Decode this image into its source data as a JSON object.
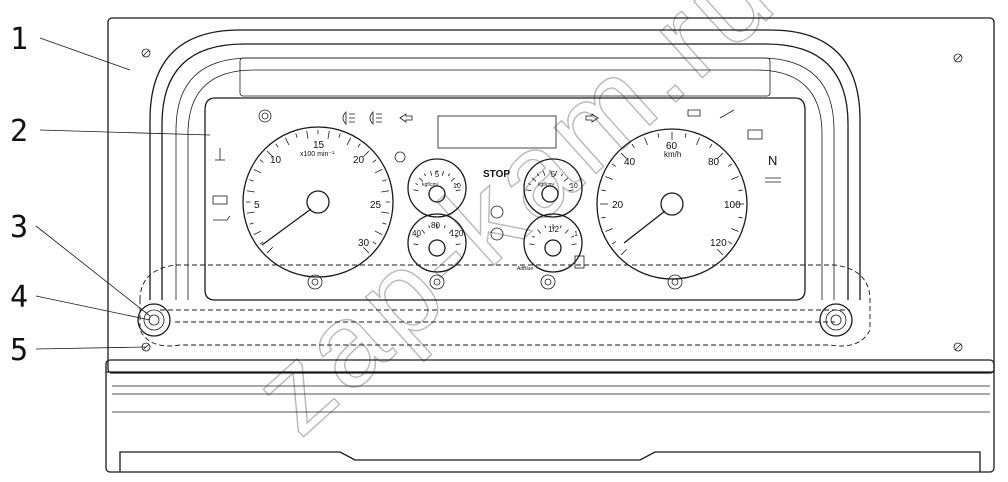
{
  "callouts": [
    "1",
    "2",
    "3",
    "4",
    "5"
  ],
  "watermark": "zap-kam.ru",
  "tachometer": {
    "ticks": [
      "5",
      "10",
      "15",
      "20",
      "25",
      "30"
    ],
    "unit": "x100 min⁻¹"
  },
  "speedometer": {
    "ticks": [
      "20",
      "40",
      "60",
      "80",
      "100",
      "120"
    ],
    "unit": "km/h"
  },
  "pressure_gauge_left": {
    "mid": "5",
    "max": "10",
    "unit": "kgf/cm²"
  },
  "pressure_gauge_right": {
    "mid": "5",
    "max": "10",
    "unit": "kgf/cm²"
  },
  "temp_gauge": {
    "ticks": [
      "40",
      "80",
      "120"
    ]
  },
  "fuel_gauge": {
    "mid": "1/2",
    "max": "1"
  },
  "stop_label": "STOP",
  "adblue_label": "AdBlue",
  "gear_indicator": "N",
  "colors": {
    "line": "#1a1a1a",
    "watermark": "#b8b8b8",
    "background": "#ffffff"
  },
  "icons": [
    "turn-left-icon",
    "turn-right-icon",
    "high-beam-icon",
    "low-beam-icon",
    "parking-brake-icon",
    "battery-icon",
    "engine-check-icon",
    "oil-pressure-icon",
    "coolant-icon",
    "fuel-icon",
    "diff-lock-icon",
    "trailer-icon",
    "tipper-icon",
    "glow-plug-icon",
    "brake-circuit-icon",
    "water-in-fuel-icon"
  ]
}
